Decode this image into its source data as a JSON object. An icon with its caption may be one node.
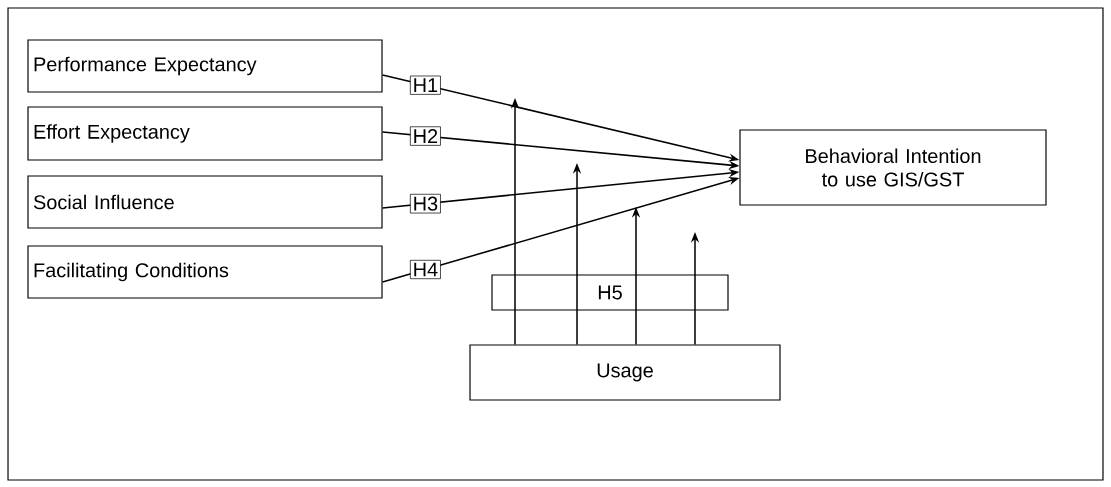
{
  "diagram": {
    "nodes": [
      {
        "text": [
          "Performance Expectancy"
        ]
      },
      {
        "text": [
          "Effort Expectancy"
        ]
      },
      {
        "text": [
          "Social Influence"
        ]
      },
      {
        "text": [
          "Facilitating Conditions"
        ]
      },
      {
        "text": [
          "Behavioral Intention to use GIS/GST"
        ]
      },
      {
        "text": [
          "H5"
        ]
      },
      {
        "text": [
          "Usage"
        ]
      }
    ],
    "edges": [
      {
        "from": 0,
        "to": 4,
        "arrow": "to",
        "label": "H1"
      },
      {
        "from": 1,
        "to": 4,
        "arrow": "to",
        "label": "H2"
      },
      {
        "from": 2,
        "to": 4,
        "arrow": "to",
        "label": "H3"
      },
      {
        "from": 3,
        "to": 4,
        "arrow": "to",
        "label": "H4"
      },
      {
        "from": 6,
        "to": null,
        "arrow": "to"
      },
      {
        "from": 6,
        "to": null,
        "arrow": "to"
      },
      {
        "from": 6,
        "to": null,
        "arrow": "to"
      },
      {
        "from": 6,
        "to": null,
        "arrow": "to"
      }
    ]
  }
}
